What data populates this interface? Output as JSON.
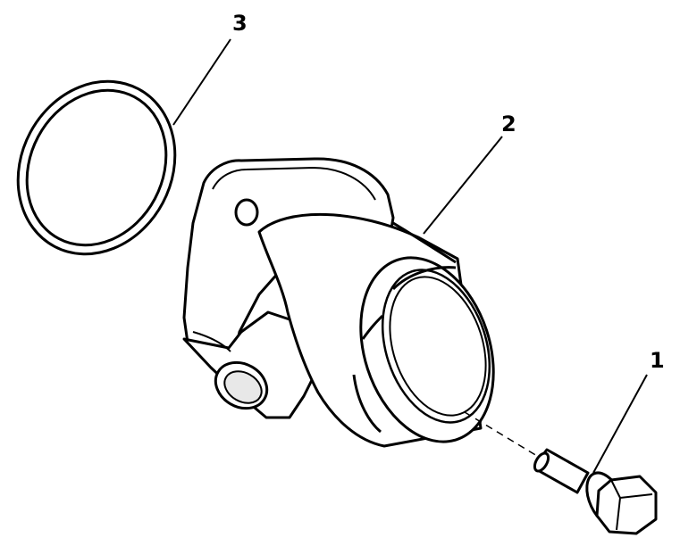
{
  "diagram": {
    "callouts": {
      "bolt": "1",
      "housing": "2",
      "o_ring": "3"
    },
    "colors": {
      "line": "#000000",
      "fill": "#ffffff",
      "shade": "#e8e8e8"
    }
  }
}
